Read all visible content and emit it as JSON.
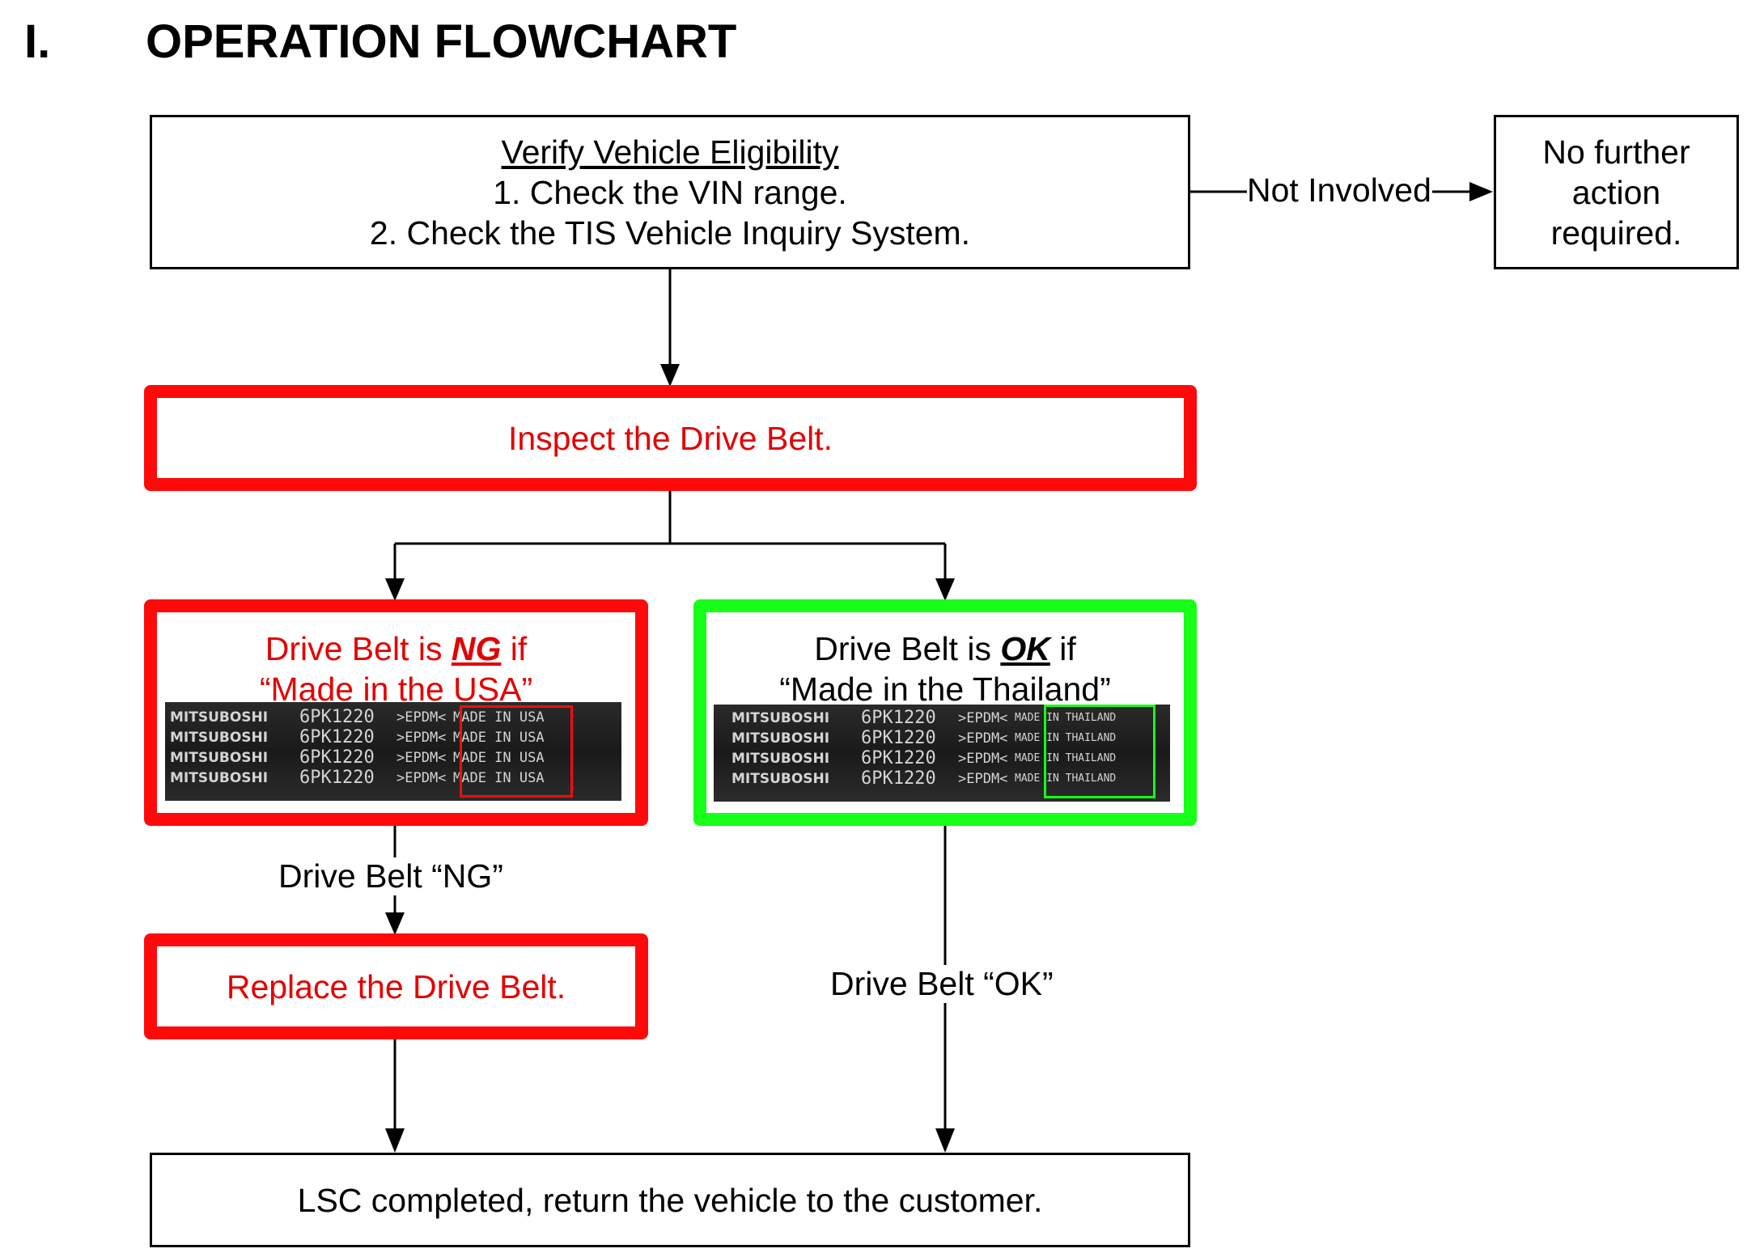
{
  "header": {
    "number": "I.",
    "title": "OPERATION FLOWCHART"
  },
  "nodes": {
    "verify": {
      "title": "Verify Vehicle Eligibility",
      "line1": "1. Check the VIN range.",
      "line2": "2. Check the TIS Vehicle Inquiry System."
    },
    "no_action": {
      "line1": "No further",
      "line2": "action",
      "line3": "required."
    },
    "inspect": {
      "text": "Inspect the Drive Belt."
    },
    "ng": {
      "prefix": "Drive Belt is ",
      "keyword": "NG",
      "suffix": " if",
      "line2": "“Made in the USA”",
      "belt_rows": [
        {
          "brand": "MITSUBOSHI",
          "code": "6PK1220",
          "material": ">EPDM<",
          "origin": "MADE IN USA"
        },
        {
          "brand": "MITSUBOSHI",
          "code": "6PK1220",
          "material": ">EPDM<",
          "origin": "MADE IN USA"
        },
        {
          "brand": "MITSUBOSHI",
          "code": "6PK1220",
          "material": ">EPDM<",
          "origin": "MADE IN USA"
        },
        {
          "brand": "MITSUBOSHI",
          "code": "6PK1220",
          "material": ">EPDM<",
          "origin": "MADE IN USA"
        }
      ]
    },
    "ok": {
      "prefix": "Drive Belt is ",
      "keyword": "OK",
      "suffix": " if",
      "line2": "“Made in the Thailand”",
      "belt_rows": [
        {
          "brand": "MITSUBOSHI",
          "code": "6PK1220",
          "material": ">EPDM<",
          "origin": "MADE IN THAILAND"
        },
        {
          "brand": "MITSUBOSHI",
          "code": "6PK1220",
          "material": ">EPDM<",
          "origin": "MADE IN THAILAND"
        },
        {
          "brand": "MITSUBOSHI",
          "code": "6PK1220",
          "material": ">EPDM<",
          "origin": "MADE IN THAILAND"
        },
        {
          "brand": "MITSUBOSHI",
          "code": "6PK1220",
          "material": ">EPDM<",
          "origin": "MADE IN THAILAND"
        }
      ]
    },
    "replace": {
      "text": "Replace the Drive Belt."
    },
    "complete": {
      "text": "LSC completed, return the vehicle to the customer."
    }
  },
  "edges": {
    "not_involved": "Not Involved",
    "belt_ng": "Drive Belt “NG”",
    "belt_ok": "Drive Belt “OK”"
  },
  "colors": {
    "ng_border": "#ff0a0a",
    "ok_border": "#18ff18",
    "ng_text": "#e30000",
    "line": "#000000"
  }
}
